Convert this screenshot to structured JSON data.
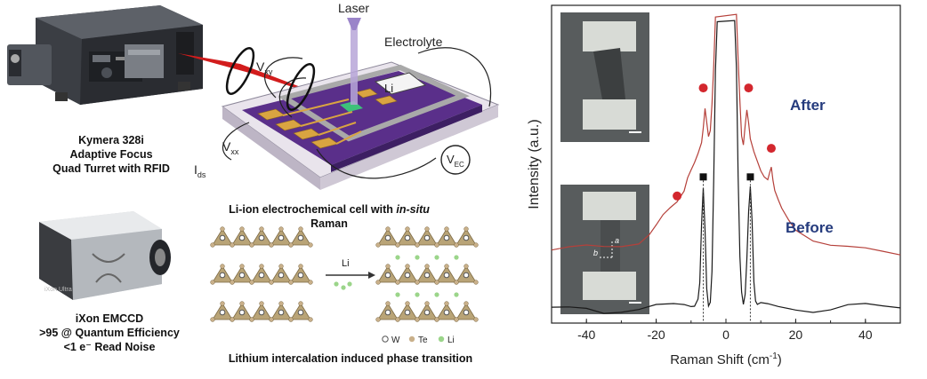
{
  "spectrograph": {
    "caption_lines": [
      "Kymera 328i",
      "Adaptive Focus",
      "Quad Turret with RFID"
    ]
  },
  "camera": {
    "caption_lines": [
      "iXon EMCCD",
      ">95 @ Quantum Efficiency",
      "<1 e⁻ Read Noise"
    ],
    "brand_text": "iXon Ultra"
  },
  "cell_schematic": {
    "laser_label": "Laser",
    "electrolyte_label": "Electrolyte",
    "li_label": "Li",
    "vxy_main": "V",
    "vxy_sub": "xy",
    "vxx_main": "V",
    "vxx_sub": "xx",
    "ids_main": "I",
    "ids_sub": "ds",
    "vec_main": "V",
    "vec_sub": "EC",
    "caption_prefix": "Li-ion electrochemical cell with ",
    "caption_italic": "in-situ",
    "caption_line2": "Raman"
  },
  "phase_transition": {
    "arrow_label": "Li",
    "legend": [
      "W",
      "Te",
      "Li"
    ],
    "caption": "Lithium intercalation induced phase transition"
  },
  "chart_data": {
    "type": "line",
    "xlabel_main": "Raman Shift (cm",
    "xlabel_sup": "-1",
    "xlabel_end": ")",
    "ylabel": "Intensity (a.u.)",
    "xlim": [
      -50,
      50
    ],
    "xticks": [
      -40,
      -20,
      0,
      20,
      40
    ],
    "tick_labels": [
      "-40",
      "-20",
      "0",
      "20",
      "40"
    ],
    "series": [
      {
        "name": "After",
        "color": "#b5403a",
        "x": [
          -50,
          -45,
          -40,
          -35,
          -30,
          -25,
          -22,
          -20,
          -18,
          -16,
          -14,
          -13,
          -12,
          -11,
          -10,
          -9,
          -8,
          -7,
          -6.5,
          -6,
          -5.5,
          -5,
          -4.5,
          -4,
          -3.5,
          -3,
          3,
          3.5,
          4,
          4.5,
          5,
          5.5,
          6,
          6.5,
          7,
          8,
          9,
          10,
          11,
          12,
          12.5,
          13,
          13.5,
          14,
          15,
          16,
          18,
          20,
          25,
          30,
          35,
          40,
          45,
          50
        ],
        "y": [
          0.23,
          0.23,
          0.235,
          0.24,
          0.25,
          0.26,
          0.28,
          0.3,
          0.33,
          0.36,
          0.39,
          0.41,
          0.42,
          0.45,
          0.47,
          0.5,
          0.54,
          0.58,
          0.62,
          0.67,
          0.62,
          0.58,
          0.61,
          0.7,
          0.82,
          0.96,
          0.96,
          0.82,
          0.7,
          0.6,
          0.57,
          0.62,
          0.66,
          0.62,
          0.58,
          0.55,
          0.52,
          0.48,
          0.45,
          0.44,
          0.47,
          0.5,
          0.46,
          0.42,
          0.38,
          0.35,
          0.32,
          0.3,
          0.27,
          0.25,
          0.235,
          0.225,
          0.22,
          0.22
        ]
      },
      {
        "name": "Before",
        "color": "#1a1a1a",
        "x": [
          -50,
          -45,
          -40,
          -35,
          -30,
          -25,
          -20,
          -15,
          -12,
          -10,
          -9,
          -8,
          -7.5,
          -7,
          -6.5,
          -6,
          -5.5,
          -5,
          -4.5,
          -4,
          -3.5,
          -3,
          -2.5,
          2.5,
          3,
          3.5,
          4,
          4.5,
          5,
          5.5,
          6,
          6.5,
          7,
          7.5,
          8,
          8.5,
          9,
          10,
          12,
          15,
          20,
          25,
          30,
          35,
          40,
          45,
          50
        ],
        "y": [
          0.04,
          0.04,
          0.045,
          0.04,
          0.045,
          0.045,
          0.05,
          0.05,
          0.055,
          0.06,
          0.065,
          0.08,
          0.12,
          0.3,
          0.42,
          0.3,
          0.12,
          0.06,
          0.06,
          0.15,
          0.45,
          0.8,
          0.96,
          0.96,
          0.8,
          0.45,
          0.2,
          0.1,
          0.07,
          0.1,
          0.2,
          0.34,
          0.42,
          0.32,
          0.14,
          0.08,
          0.06,
          0.055,
          0.05,
          0.05,
          0.05,
          0.045,
          0.045,
          0.05,
          0.05,
          0.05,
          0.055
        ]
      }
    ],
    "after_label": "After",
    "before_label": "Before",
    "red_dot_markers": [
      [
        -14,
        0.4
      ],
      [
        -6.5,
        0.74
      ],
      [
        6.5,
        0.74
      ],
      [
        13,
        0.55
      ]
    ],
    "square_markers": [
      [
        -6.5,
        0.46
      ],
      [
        7,
        0.46
      ]
    ],
    "dotted_lines_x": [
      -6.5,
      7
    ],
    "inset_labels": {
      "b": "b",
      "a": "a"
    }
  }
}
